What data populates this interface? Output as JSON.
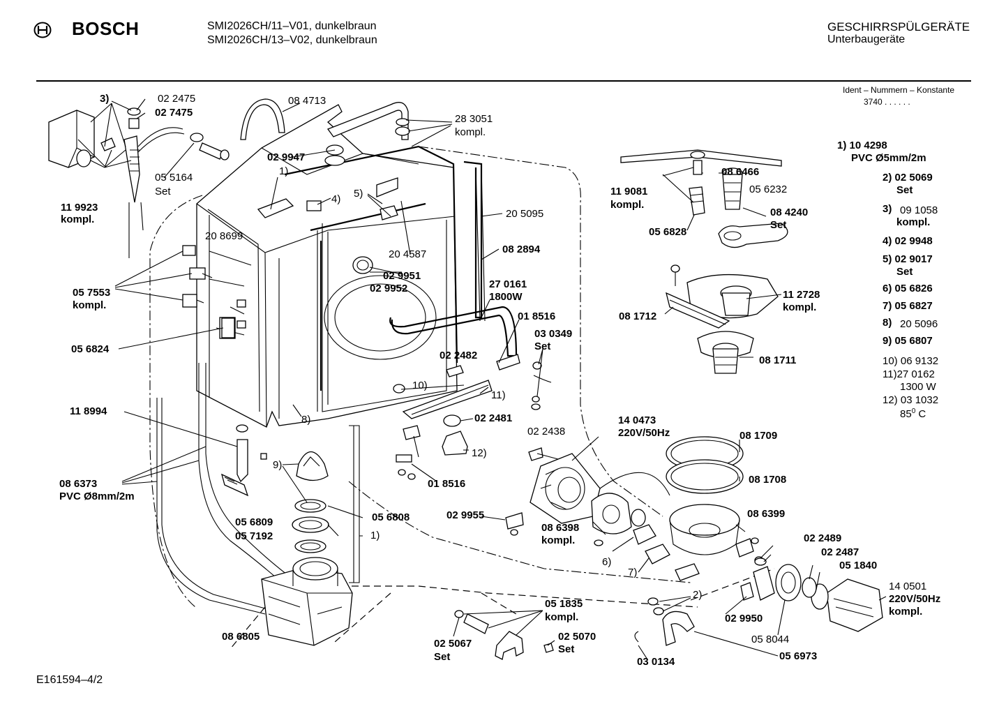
{
  "header": {
    "brand": "BOSCH",
    "model_line_1": "SMI2026CH/11–V01, dunkelbraun",
    "model_line_2": "SMI2026CH/13–V02, dunkelbraun",
    "category": "GESCHIRRSPÜLGERÄTE",
    "subcategory": "Unterbaugeräte",
    "ident_label": "Ident – Nummern – Konstante",
    "ident_value": "3740  .  .  .  .  .  ."
  },
  "footer": {
    "drawing_id": "E161594–4/2"
  },
  "parts": [
    "3)",
    "02 2475",
    "02 7475",
    "11 9923",
    "kompl.",
    "05 5164",
    "Set",
    "08 4713",
    "28 3051",
    "kompl.",
    "02 9947",
    "1)",
    "4)",
    "5)",
    "20 5095",
    "20 8699",
    "20 4587",
    "08 2894",
    "02 9951",
    "02 9952",
    "27 0161",
    "1800W",
    "05 7553",
    "kompl.",
    "05 6824",
    "01 8516",
    "03 0349",
    "Set",
    "02 2482",
    "10)",
    "11)",
    "8)",
    "11 8994",
    "02 2481",
    "12)",
    "02 2438",
    "08 6373",
    "PVC Ø8mm/2m",
    "9)",
    "01 8516",
    "05 6809",
    "05 6808",
    "05 7192",
    "02 9955",
    "1)",
    "08 6805",
    "05 1835",
    "kompl.",
    "02 5067",
    "Set",
    "02 5070",
    "Set",
    "03 0134",
    "11 9081",
    "kompl.",
    "08 6466",
    "05 6232",
    "05 6828",
    "08 4240",
    "Set",
    "11 2728",
    "kompl.",
    "08 1712",
    "08 1711",
    "14 0473",
    "220V/50Hz",
    "08 1709",
    "08 1708",
    "08 6398",
    "kompl.",
    "6)",
    "08 6399",
    "7)",
    "02 2489",
    "02 2487",
    "05 1840",
    "2)",
    "02 9950",
    "05 8044",
    "05 6973",
    "14 0501",
    "220V/50Hz",
    "kompl."
  ],
  "legend": [
    "1) 10 4298",
    "PVC Ø5mm/2m",
    "2) 02 5069",
    "Set",
    "3)",
    "09 1058",
    "kompl.",
    "4) 02 9948",
    "5) 02 9017",
    "Set",
    "6) 05 6826",
    "7) 05 6827",
    "8)",
    "20 5096",
    "9) 05 6807",
    "10) 06 9132",
    "11)27 0162",
    "1300 W",
    "12) 03 1032",
    "85",
    "0",
    " C"
  ]
}
